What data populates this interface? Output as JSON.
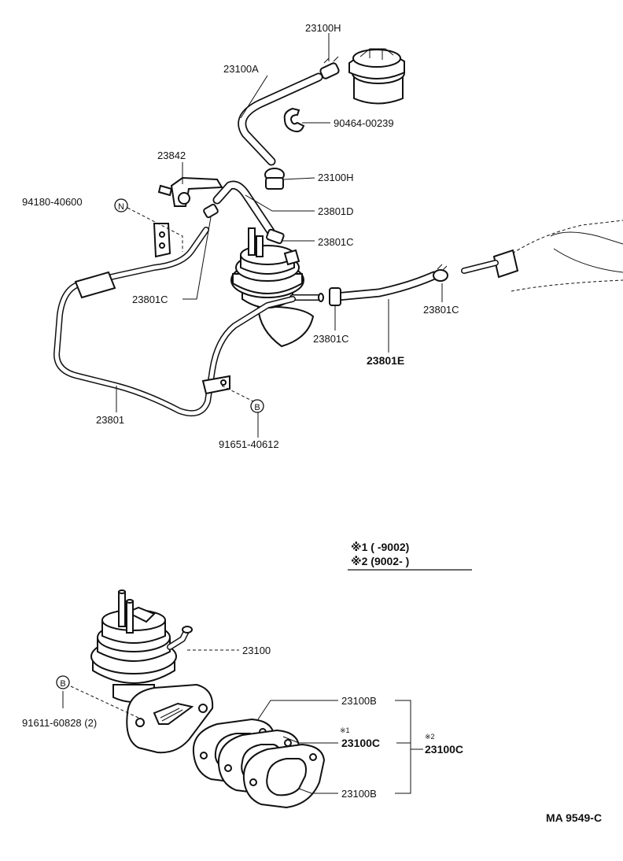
{
  "drawing_code": "MA 9549-C",
  "notes": {
    "note1": "※1 (      -9002)",
    "note2": "※2 (9002-      )"
  },
  "callouts": {
    "p23100H_top": "23100H",
    "p23100A": "23100A",
    "p90464": "90464-00239",
    "p23100H_mid": "23100H",
    "p23842": "23842",
    "p94180": "94180-40600",
    "circle_N": "N",
    "p23801D": "23801D",
    "p23801C_right_of_pump": "23801C",
    "p23801C_left": "23801C",
    "p23801C_bottom": "23801C",
    "p23801E": "23801E",
    "p23801C_far_right": "23801C",
    "p23801": "23801",
    "circle_B_top": "B",
    "p91651": "91651-40612",
    "p23100": "23100",
    "circle_B_bottom": "B",
    "p91611": "91611-60828 (2)",
    "p23100B_top": "23100B",
    "mark1": "※1",
    "p23100C_1": "23100C",
    "mark2": "※2",
    "p23100C_2": "23100C",
    "p23100B_bottom": "23100B"
  }
}
